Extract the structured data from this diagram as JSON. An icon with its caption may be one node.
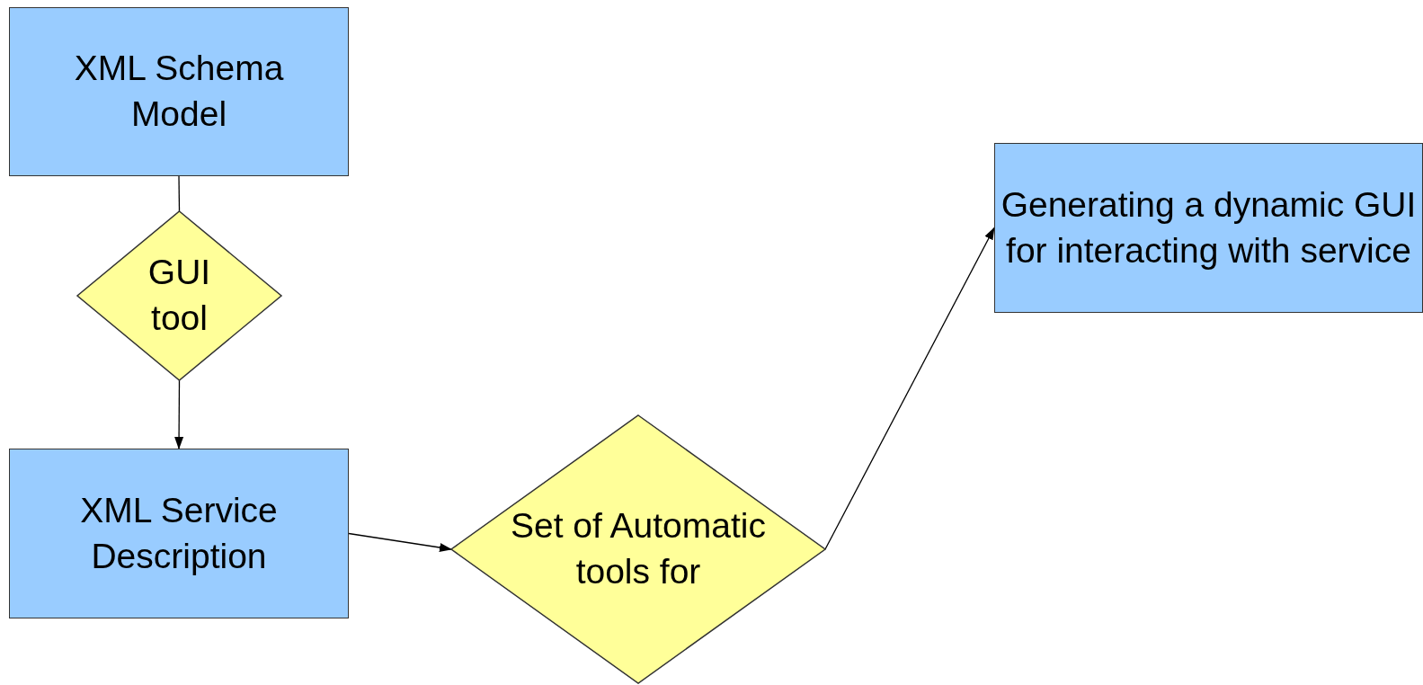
{
  "diagram": {
    "nodes": [
      {
        "text": [
          "XML Schema Model"
        ]
      },
      {
        "text": [
          "GUI tool"
        ]
      },
      {
        "text": [
          "XML Service Description"
        ]
      },
      {
        "text": [
          "Set of Automatic tools for"
        ]
      },
      {
        "text": [
          "Generating a dynamic GUI for interacting with service"
        ]
      }
    ],
    "edges": [
      {
        "from": 0,
        "to": 1,
        "arrow": "none"
      },
      {
        "from": 1,
        "to": 2,
        "arrow": "to"
      },
      {
        "from": 2,
        "to": 3,
        "arrow": "to"
      },
      {
        "from": 3,
        "to": 4,
        "arrow": "to"
      }
    ]
  }
}
